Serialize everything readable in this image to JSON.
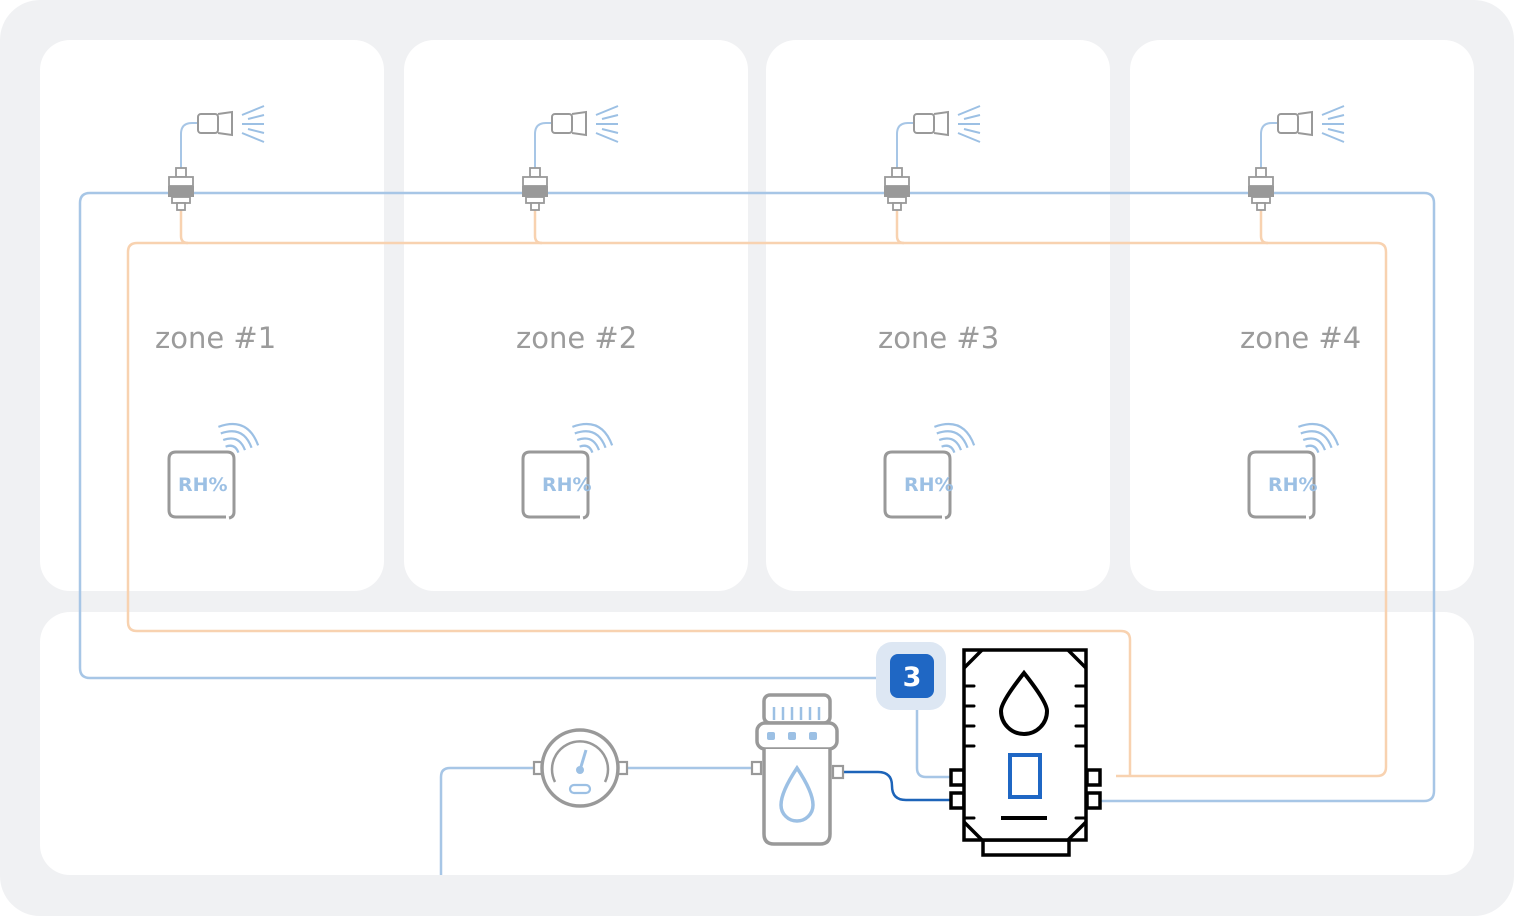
{
  "zones": [
    {
      "label": "zone #1",
      "sensor_label": "RH%"
    },
    {
      "label": "zone #2",
      "sensor_label": "RH%"
    },
    {
      "label": "zone #3",
      "sensor_label": "RH%"
    },
    {
      "label": "zone #4",
      "sensor_label": "RH%"
    }
  ],
  "step_badge": "3",
  "icons": {
    "nozzle": "spray-nozzle-icon",
    "valve": "solenoid-valve-icon",
    "sensor": "humidity-sensor-icon",
    "gauge": "pressure-gauge-icon",
    "filter": "water-filter-icon",
    "controller": "humidifier-controller-icon"
  },
  "colors": {
    "frame": "#f0f1f3",
    "panel": "#ffffff",
    "water_line": "#a7c6e6",
    "water_line_active": "#1d64b9",
    "control_line": "#f8d2b0",
    "badge": "#1f67c4",
    "badge_halo": "#dde7f3",
    "icon_gray": "#999999",
    "icon_blue": "#9cc0e4",
    "controller": "#000000",
    "controller_accent": "#1f67c4"
  }
}
